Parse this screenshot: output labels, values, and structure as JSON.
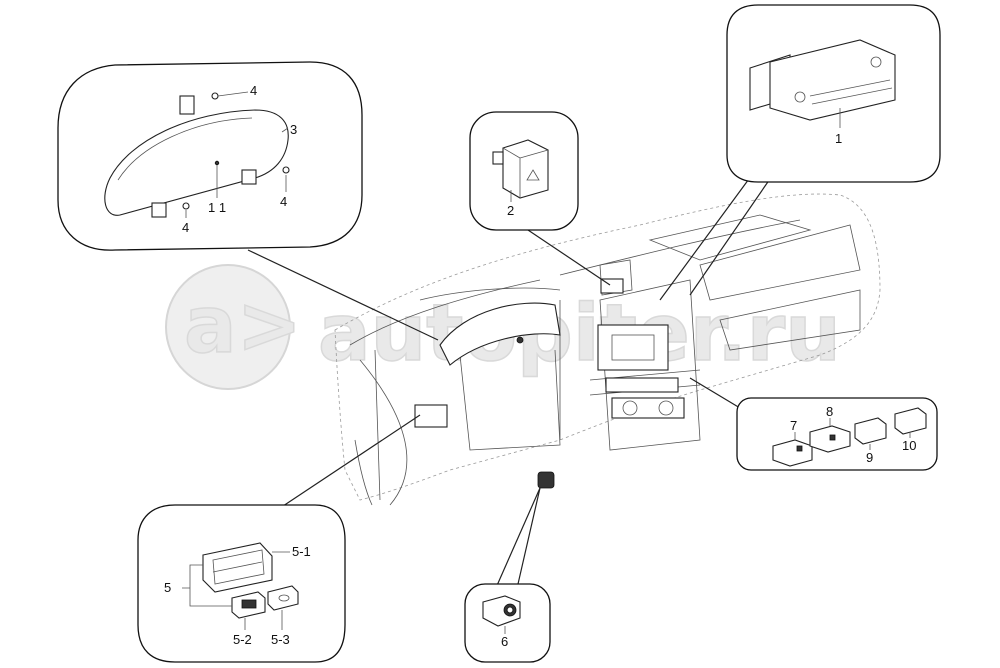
{
  "watermark": {
    "icon": "a>",
    "text": "autopiter.ru"
  },
  "callouts": {
    "instrument_cluster": {
      "labels": {
        "top_screw": "4",
        "cluster": "3",
        "center": "1 1",
        "left_screw": "4",
        "right_screw": "4"
      }
    },
    "hazard_switch": {
      "labels": {
        "switch": "2"
      }
    },
    "radio": {
      "labels": {
        "radio": "1"
      }
    },
    "switch_panel": {
      "labels": {
        "s7": "7",
        "s8": "8",
        "s9": "9",
        "s10": "10"
      }
    },
    "left_switch_assembly": {
      "labels": {
        "frame": "5-1",
        "assembly": "5",
        "sub2": "5-2",
        "sub3": "5-3"
      }
    },
    "ignition": {
      "labels": {
        "ignition": "6"
      }
    }
  }
}
